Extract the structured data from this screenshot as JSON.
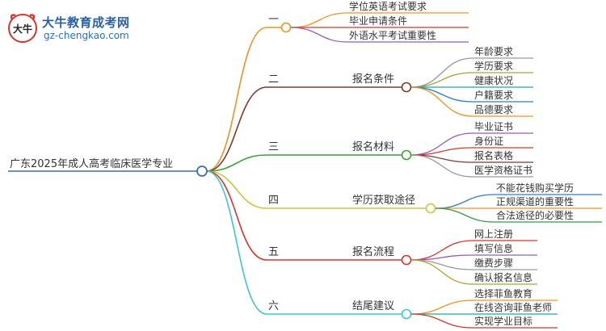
{
  "brand": {
    "name": "大牛教育成考网",
    "url": "gz-chengkao.com",
    "mark_text": "大牛"
  },
  "colors": {
    "root_line": "#3a6fa8",
    "b1": "#f5901e",
    "b2": "#7a3b2e",
    "b3": "#3aa33a",
    "b4": "#c7c93a",
    "b5": "#d9332b",
    "b6": "#3bc6d4",
    "leaf_purple": "#9b59b6",
    "leaf_gray": "#9a9a9a",
    "leaf_blue": "#2f7ec0",
    "leaf_teal": "#1aa6a6",
    "leaf_green": "#2e9e3c",
    "leaf_olive": "#a6a635",
    "leaf_brown": "#7a3b2e",
    "leaf_orange": "#f5901e",
    "leaf_red": "#d9332b",
    "text": "#333333"
  },
  "mindmap": {
    "root": "广东2025年成人高考临床医学专业",
    "branches": [
      {
        "number": "一",
        "title": "",
        "leaves": [
          "学位英语考试要求",
          "毕业申请条件",
          "外语水平考试重要性"
        ]
      },
      {
        "number": "二",
        "title": "报名条件",
        "leaves": [
          "年龄要求",
          "学历要求",
          "健康状况",
          "户籍要求",
          "品德要求"
        ]
      },
      {
        "number": "三",
        "title": "报名材料",
        "leaves": [
          "毕业证书",
          "身份证",
          "报名表格",
          "医学资格证书"
        ]
      },
      {
        "number": "四",
        "title": "学历获取途径",
        "leaves": [
          "不能花钱购买学历",
          "正规渠道的重要性",
          "合法途径的必要性"
        ]
      },
      {
        "number": "五",
        "title": "报名流程",
        "leaves": [
          "网上注册",
          "填写信息",
          "缴费步骤",
          "确认报名信息"
        ]
      },
      {
        "number": "六",
        "title": "结尾建议",
        "leaves": [
          "选择菲鱼教育",
          "在线咨询菲鱼老师",
          "实现学业目标"
        ]
      }
    ]
  }
}
